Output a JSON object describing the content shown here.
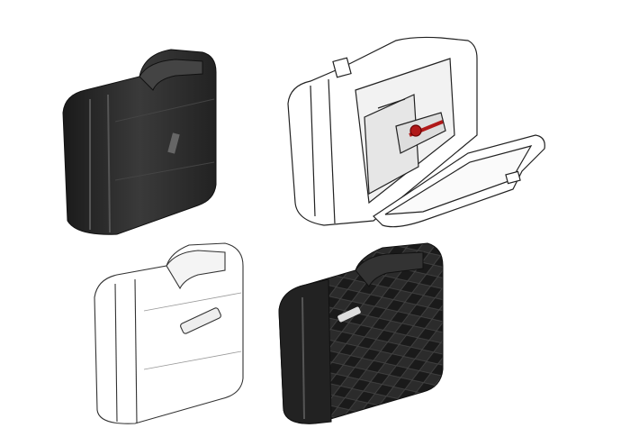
{
  "figures": [
    {
      "name": "closed-case-black-smooth",
      "fill": "#2a2a2a"
    },
    {
      "name": "open-case-line-drawing",
      "fill": "#ffffff",
      "accent": "#b01818"
    },
    {
      "name": "closed-case-line-drawing",
      "fill": "#ffffff"
    },
    {
      "name": "closed-case-black-diamond-texture",
      "fill": "#262626"
    }
  ]
}
